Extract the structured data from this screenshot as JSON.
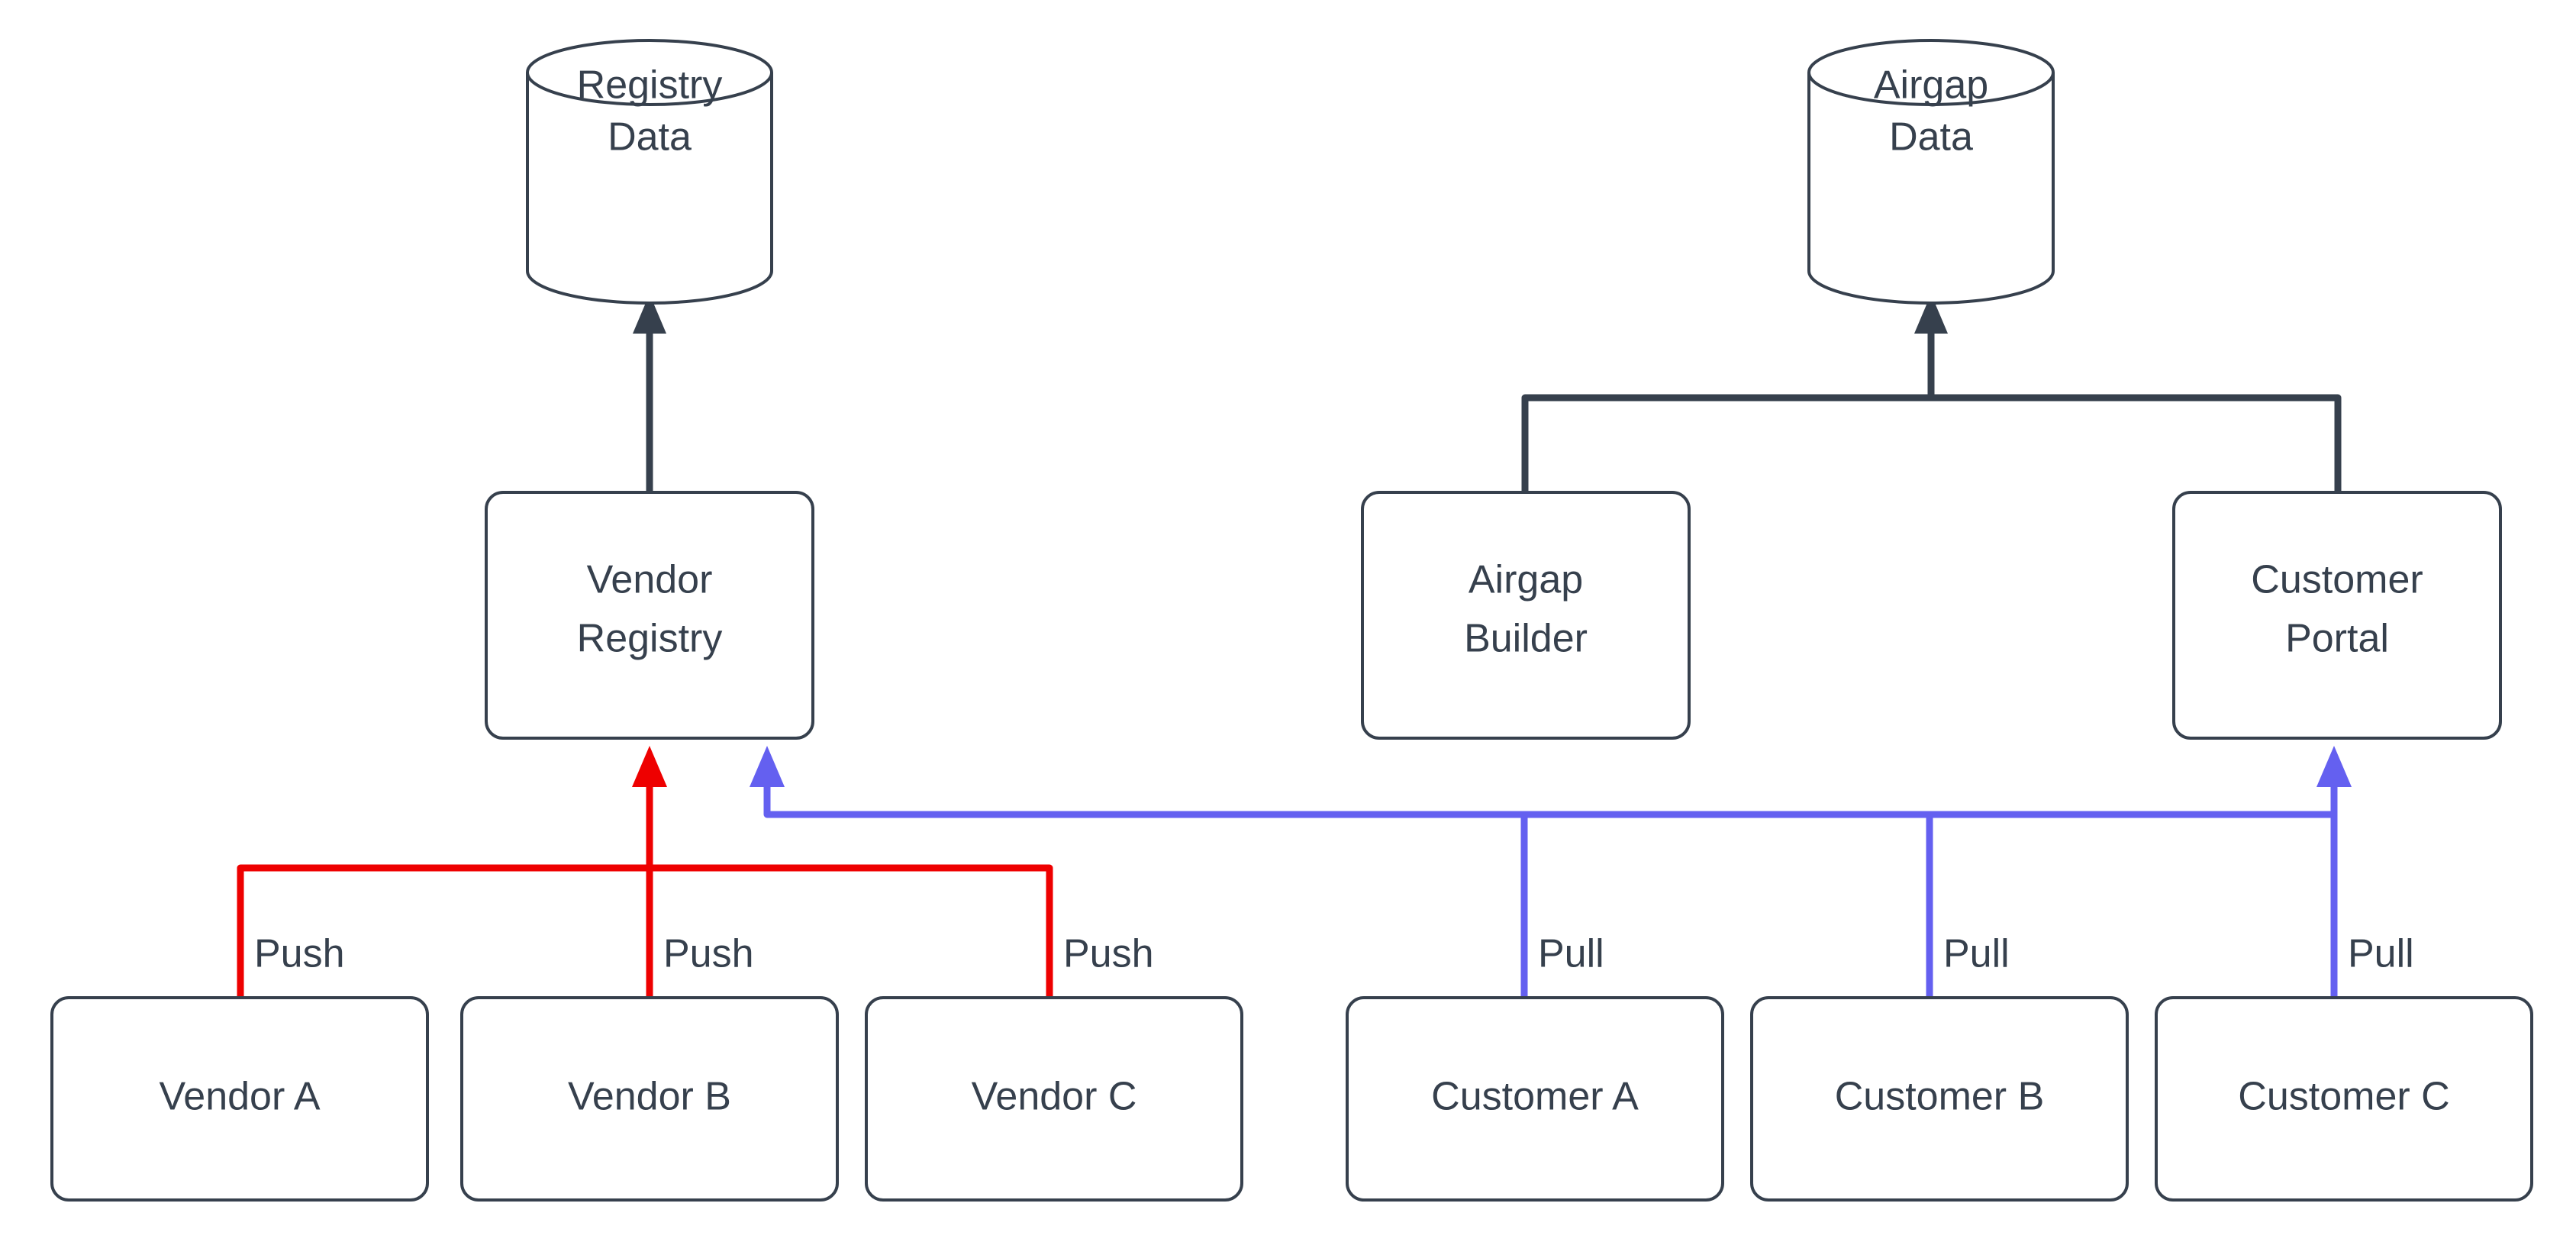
{
  "diagram": {
    "title": "Vendor push / customer pull registry airgap flow",
    "background_color": "#ffffff",
    "colors": {
      "node_stroke": "#36404d",
      "node_fill": "#ffffff",
      "text": "#36404d",
      "push_edge": "#ee0000",
      "pull_edge": "#6460f0",
      "default_edge": "#36404d"
    },
    "nodes": {
      "registry_data": {
        "label_line1": "Registry",
        "label_line2": "Data",
        "shape": "cylinder"
      },
      "airgap_data": {
        "label_line1": "Airgap",
        "label_line2": "Data",
        "shape": "cylinder"
      },
      "vendor_registry": {
        "label_line1": "Vendor",
        "label_line2": "Registry",
        "shape": "rounded-rect"
      },
      "airgap_builder": {
        "label_line1": "Airgap",
        "label_line2": "Builder",
        "shape": "rounded-rect"
      },
      "customer_portal": {
        "label_line1": "Customer",
        "label_line2": "Portal",
        "shape": "rounded-rect"
      },
      "vendor_a": {
        "label": "Vendor A",
        "shape": "rounded-rect"
      },
      "vendor_b": {
        "label": "Vendor B",
        "shape": "rounded-rect"
      },
      "vendor_c": {
        "label": "Vendor C",
        "shape": "rounded-rect"
      },
      "customer_a": {
        "label": "Customer A",
        "shape": "rounded-rect"
      },
      "customer_b": {
        "label": "Customer B",
        "shape": "rounded-rect"
      },
      "customer_c": {
        "label": "Customer C",
        "shape": "rounded-rect"
      }
    },
    "edge_labels": {
      "vendor_a_push": "Push",
      "vendor_b_push": "Push",
      "vendor_c_push": "Push",
      "customer_a_pull": "Pull",
      "customer_b_pull": "Pull",
      "customer_c_pull": "Pull"
    }
  }
}
